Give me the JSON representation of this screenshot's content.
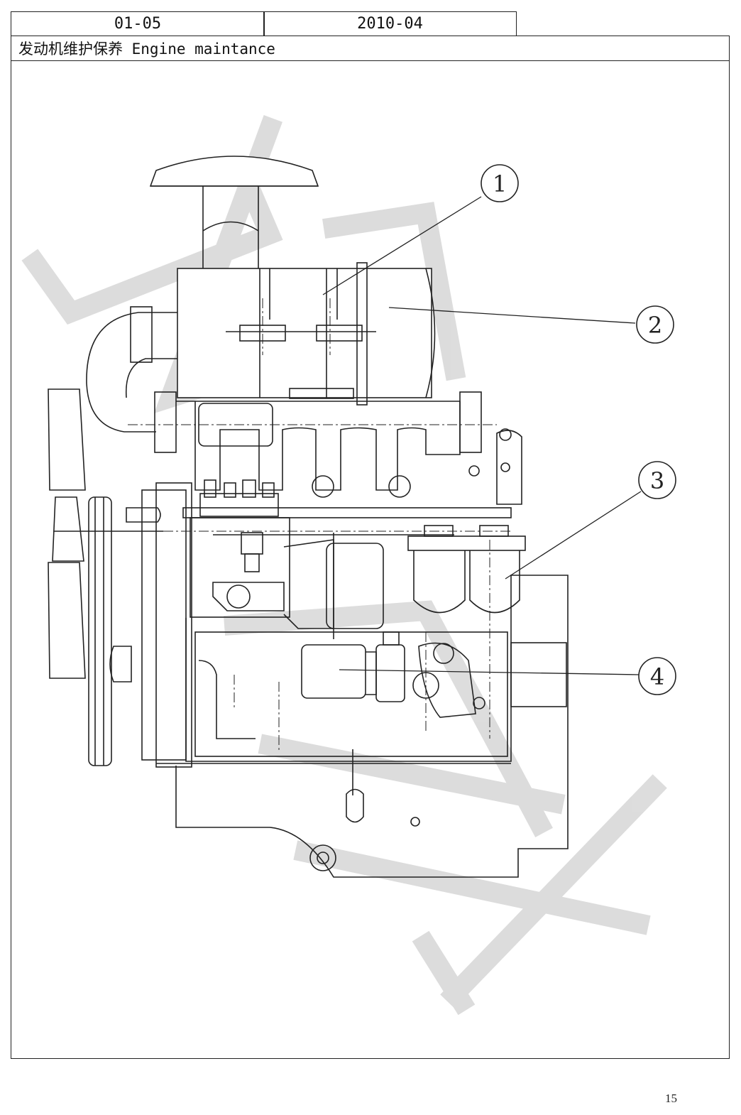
{
  "header": {
    "doc_number": "01-05",
    "date": "2010-04",
    "title": "发动机维护保养 Engine maintance"
  },
  "callouts": [
    {
      "number": "1"
    },
    {
      "number": "2"
    },
    {
      "number": "3"
    },
    {
      "number": "4"
    }
  ],
  "footer": {
    "page_number": "15"
  },
  "colors": {
    "line": "#222222",
    "watermark": "#d9d9d9"
  }
}
